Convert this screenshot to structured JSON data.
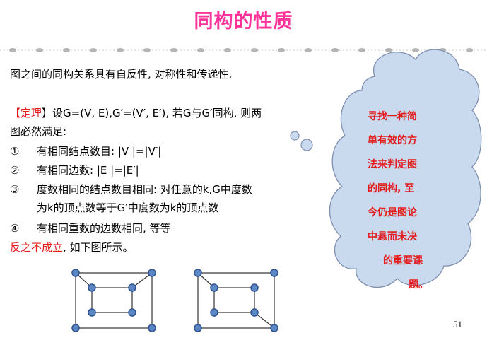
{
  "slide": {
    "title": "同构的性质",
    "intro": "图之间的同构关系具有自反性, 对称性和传递性.",
    "theorem": {
      "bracket_open": "【",
      "label": "定理",
      "bracket_close": "】",
      "text_line1": "设G=(V, E),G′=(V′, E′),  若G与G′同构, 则两",
      "text_line2": "图必然满足:"
    },
    "conditions": [
      {
        "num": "①",
        "text": "有相同结点数目: |V |=|V′|"
      },
      {
        "num": "②",
        "text": "有相同边数: |E |=|E′|"
      },
      {
        "num": "③",
        "text": "度数相同的结点数目相同: 对任意的k,G中度数"
      },
      {
        "num": "",
        "text": "为k的顶点数等于G′中度数为k的顶点数"
      },
      {
        "num": "④",
        "text": "有相同重数的边数相同, 等等"
      }
    ],
    "converse": {
      "highlight": "反之不成立",
      "rest": ", 如下图所示。"
    },
    "cloud_lines": [
      "寻找一种简",
      "单有效的方",
      "法来判定图",
      "的同构,  至",
      "今仍是图论",
      "中悬而未决",
      "的重要课",
      "题。"
    ],
    "page_number": "51"
  },
  "colors": {
    "title": "#ff3399",
    "accent_red": "#e31b1b",
    "cloud_fill": "#c9d9ee",
    "cloud_stroke": "#7f8fb0",
    "node_fill": "#5b87c5",
    "node_stroke": "#2f528f"
  }
}
